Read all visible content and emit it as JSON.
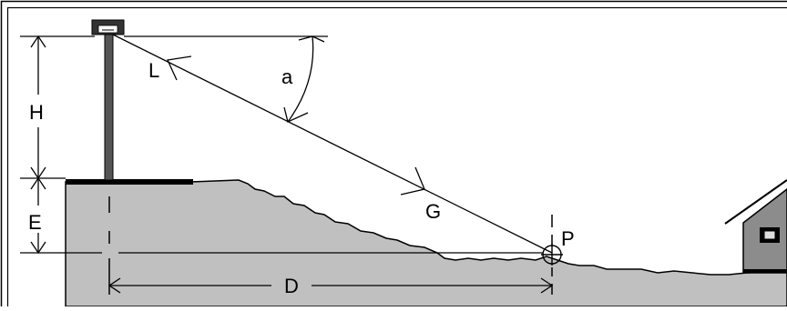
{
  "labels": {
    "height": "H",
    "elevation": "E",
    "distance": "D",
    "angle": "a",
    "light_ray": "L",
    "ground_ray": "G",
    "point": "P"
  },
  "colors": {
    "ground": "#c0c0c0",
    "line": "#000000",
    "pole": "#555555",
    "house_wall": "#8c8c8c",
    "background": "#ffffff"
  },
  "icons": [
    "street-lamp-icon",
    "house-icon",
    "crosshair-target-icon"
  ]
}
